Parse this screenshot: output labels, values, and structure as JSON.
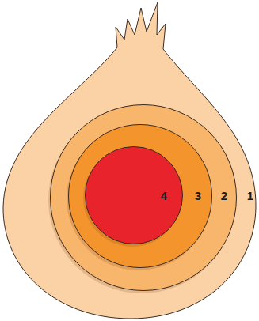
{
  "diagram": {
    "nodes": [
      {
        "text": [
          "1"
        ]
      },
      {
        "text": [
          "2"
        ],
        "in": 0
      },
      {
        "text": [
          "3"
        ],
        "in": 1
      },
      {
        "text": [
          "4"
        ],
        "in": 2
      }
    ]
  }
}
